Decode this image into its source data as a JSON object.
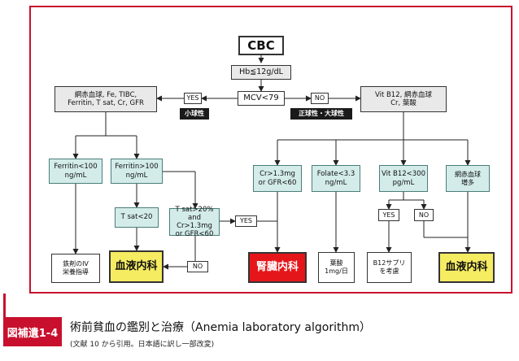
{
  "nodes": {
    "cbc": "CBC",
    "hb": "Hb≦12g/dL",
    "mcv": "MCV<79",
    "yes_top": "YES",
    "no_top": "NO",
    "microcytic": "小球性",
    "normo_macro": "正球性・大球性",
    "left_tests": "網赤血球, Fe, TIBC,\nFerritin, T sat, Cr, GFR",
    "right_tests": "Vit B12, 網赤血球\nCr, 葉酸",
    "ferritin_low": "Ferritin<100\nng/mL",
    "ferritin_high": "Ferritin>100\nng/mL",
    "tsat_low": "T sat<20",
    "tsat_cr": "T sat>20%\nand Cr>1.3mg\nor GFR<60",
    "yes_mid": "YES",
    "no_mid": "NO",
    "cr_gfr": "Cr>1.3mg\nor GFR<60",
    "folate": "Folate<3.3\nng/mL",
    "vitb12": "Vit B12<300\npg/mL",
    "retic_up": "網赤血球\n増多",
    "yes_b12": "YES",
    "no_b12": "NO",
    "iron_guidance": "鉄剤のIV\n栄養指導",
    "hematology_1": "血液内科",
    "nephrology": "腎臓内科",
    "folic_acid": "葉酸\n1mg/日",
    "b12_supplement": "B12サプリ\nを考慮",
    "hematology_2": "血液内科"
  },
  "caption": {
    "label": "図補遺1-4",
    "title": "術前貧血の鑑別と治療（Anemia laboratory algorithm）",
    "note": "(文献 10 から引用。日本語に訳し一部改変)"
  },
  "colors": {
    "frame": "#c8102e",
    "teal_box": "#d3ecea",
    "yellow_box": "#f6ec62",
    "red_box": "#e4161a"
  }
}
